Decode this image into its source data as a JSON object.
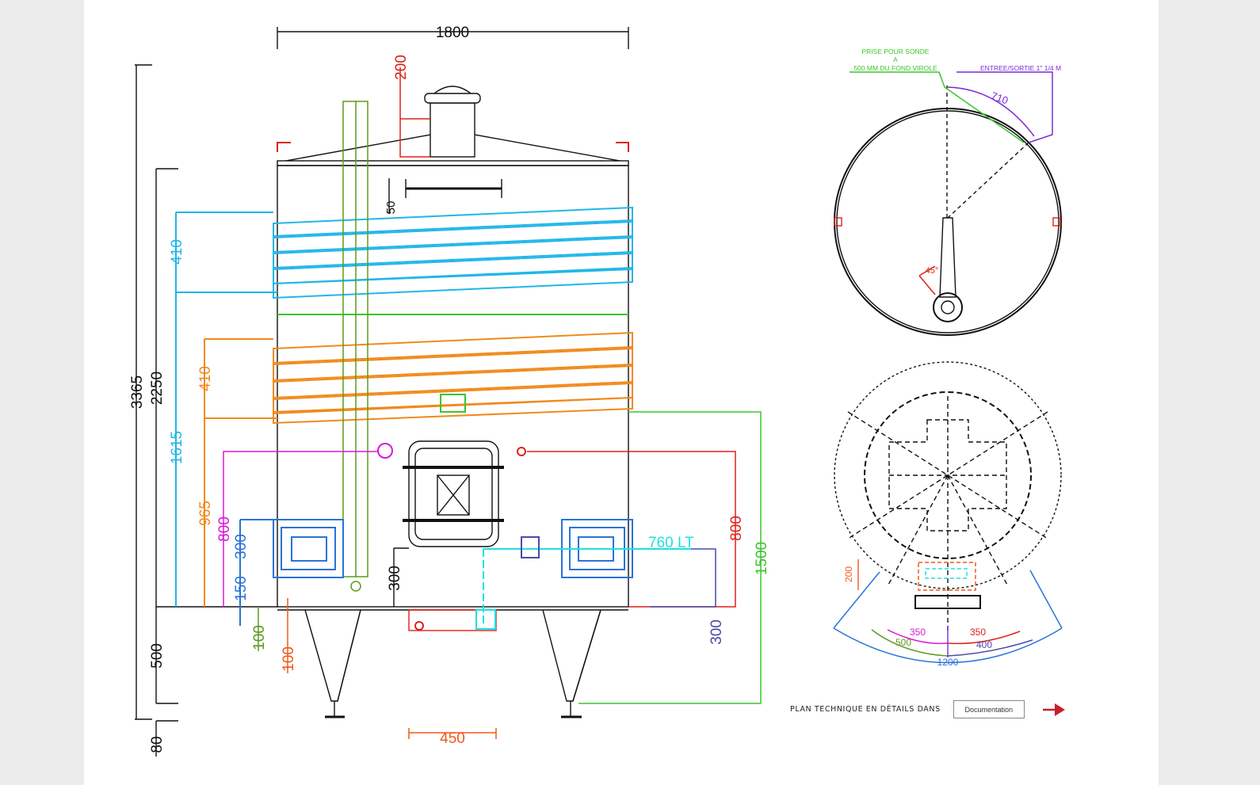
{
  "colors": {
    "black": "#111111",
    "red": "#e0201a",
    "cyan": "#21b6e8",
    "orange": "#f08a1c",
    "green": "#3ac62b",
    "olive": "#5d9a1e",
    "magenta": "#d918d8",
    "blue": "#2a73d9",
    "purple": "#7b2bd6",
    "slate": "#4a4aa8",
    "aqua": "#1fe0e0",
    "arrow": "#c8202a"
  },
  "front_view": {
    "dims": {
      "width_total": "1800",
      "height_total": "3365",
      "body_height": "2250",
      "leg_height": "500",
      "foot_height": "80",
      "cyan_to_bottom": "1615",
      "cyan_jacket": "410",
      "orange_jacket": "410",
      "orange_to_bottom": "965",
      "magenta": "800",
      "blue_door": "300",
      "blue_low": "150",
      "green_low": "100",
      "orange_low": "100",
      "outlet": "300",
      "top_gap": "50",
      "manhole_height": "200",
      "volume": "760 LT",
      "red_right": "800",
      "green_right": "1500",
      "purple_right": "300",
      "leg_spacing": "450"
    }
  },
  "top_view": {
    "probe_note_line1": "PRISE POUR SONDE",
    "probe_note_line2": "A",
    "probe_note_line3": "500 MM DU FOND VIROLE",
    "inlet_note": "ENTREE/SORTIE 1\" 1/4 M",
    "arc_dim": "710",
    "angle": "45°"
  },
  "bottom_view": {
    "dims": {
      "d200": "200",
      "d350a": "350",
      "d350b": "350",
      "d500": "500",
      "d400": "400",
      "d1200": "1200"
    }
  },
  "footer": {
    "label": "PLAN TECHNIQUE EN DÉTAILS DANS",
    "button": "Documentation",
    "arrow_icon": "arrow-right-icon"
  }
}
